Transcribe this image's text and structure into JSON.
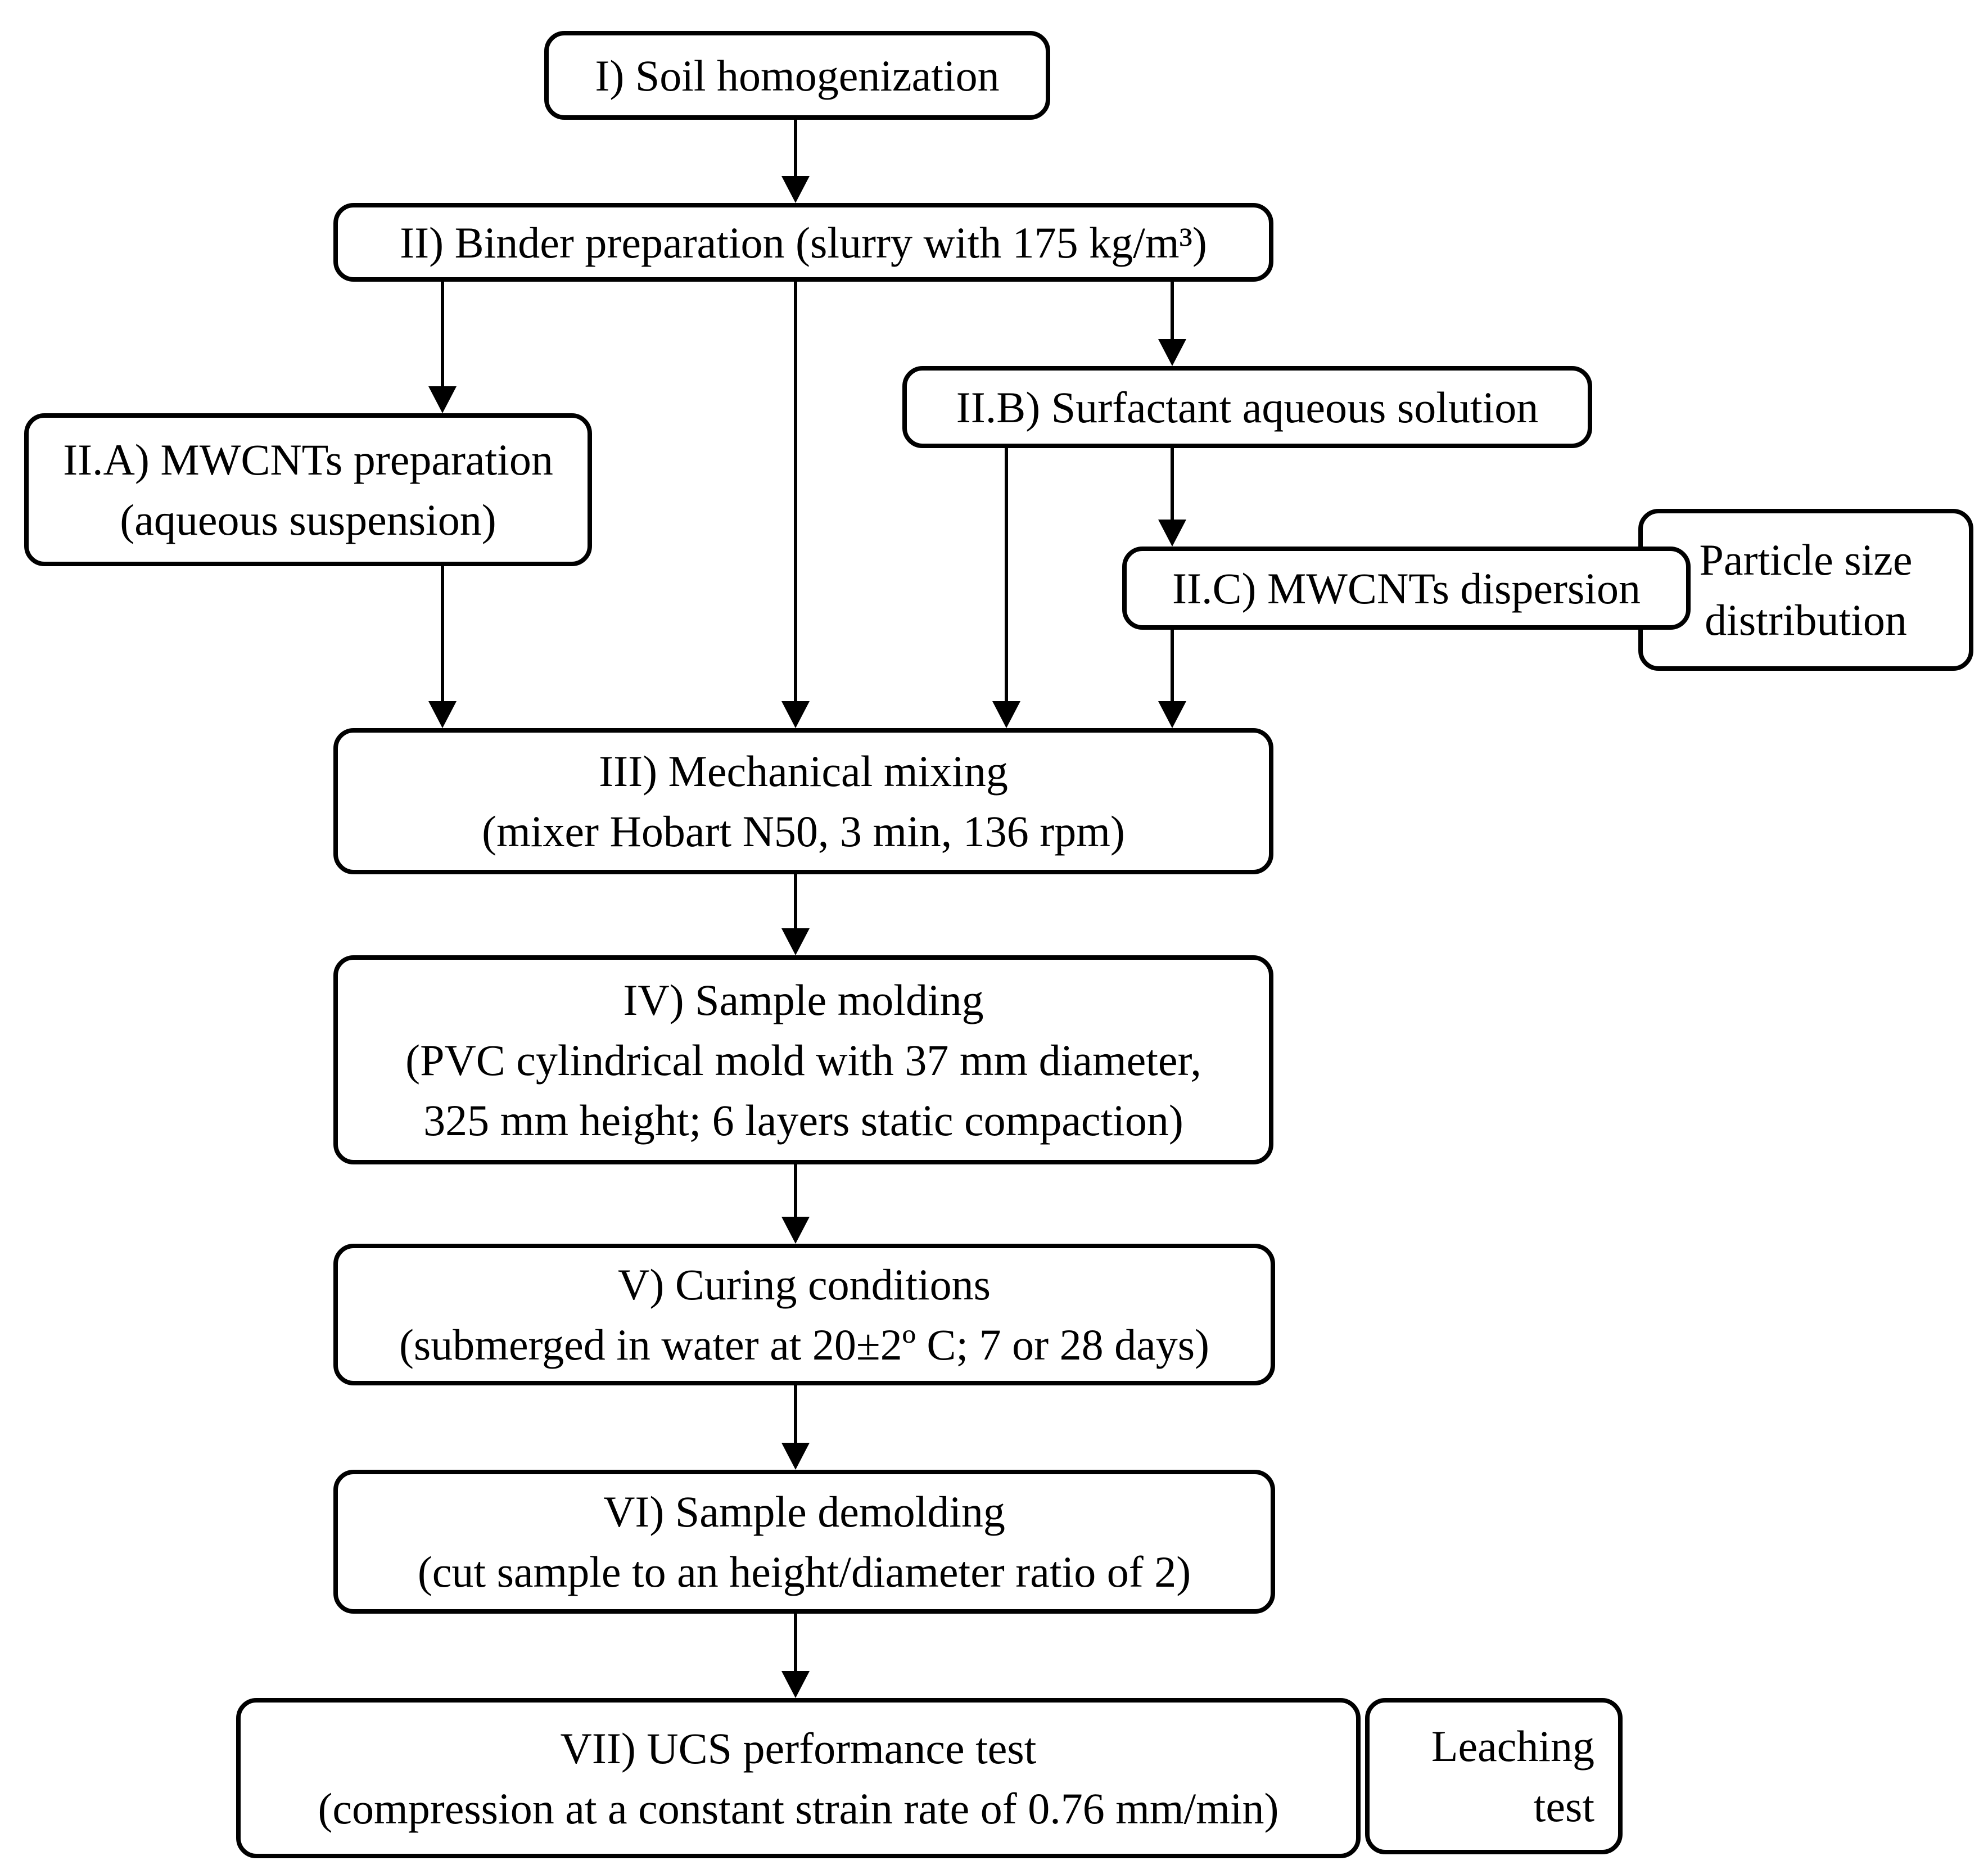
{
  "diagram": {
    "type": "flowchart",
    "colors": {
      "stroke": "#000000",
      "fill": "#ffffff",
      "background": "#ffffff"
    },
    "nodes": {
      "step1": {
        "lines": [
          "I) Soil homogenization"
        ]
      },
      "step2": {
        "lines": [
          "II) Binder preparation (slurry with 175 kg/m³)"
        ]
      },
      "step2a": {
        "lines": [
          "II.A) MWCNTs preparation",
          "(aqueous suspension)"
        ]
      },
      "step2b": {
        "lines": [
          "II.B) Surfactant aqueous solution"
        ]
      },
      "step2c": {
        "lines": [
          "II.C) MWCNTs dispersion"
        ]
      },
      "particle_size": {
        "lines": [
          "Particle size",
          "distribution"
        ]
      },
      "step3": {
        "lines": [
          "III) Mechanical mixing",
          "(mixer Hobart N50, 3 min, 136 rpm)"
        ]
      },
      "step4": {
        "lines": [
          "IV) Sample molding",
          "(PVC cylindrical mold with 37 mm diameter,",
          "325 mm height; 6 layers static compaction)"
        ]
      },
      "step5": {
        "lines": [
          "V) Curing conditions",
          "(submerged in water at 20±2º C; 7 or 28 days)"
        ]
      },
      "step6": {
        "lines": [
          "VI) Sample demolding",
          "(cut sample to an height/diameter ratio of 2)"
        ]
      },
      "step7": {
        "lines": [
          "VII) UCS performance test",
          "(compression at a constant strain rate of 0.76 mm/min)"
        ]
      },
      "leaching": {
        "lines": [
          "Leaching",
          "test"
        ]
      }
    },
    "edges": [
      {
        "from": "step1",
        "to": "step2"
      },
      {
        "from": "step2",
        "to": "step2a"
      },
      {
        "from": "step2",
        "to": "step3"
      },
      {
        "from": "step2",
        "to": "step2b"
      },
      {
        "from": "step2a",
        "to": "step3"
      },
      {
        "from": "step2b",
        "to": "step3"
      },
      {
        "from": "step2b",
        "to": "step2c"
      },
      {
        "from": "step2c",
        "to": "step3"
      },
      {
        "from": "step3",
        "to": "step4"
      },
      {
        "from": "step4",
        "to": "step5"
      },
      {
        "from": "step5",
        "to": "step6"
      },
      {
        "from": "step6",
        "to": "step7"
      }
    ]
  }
}
